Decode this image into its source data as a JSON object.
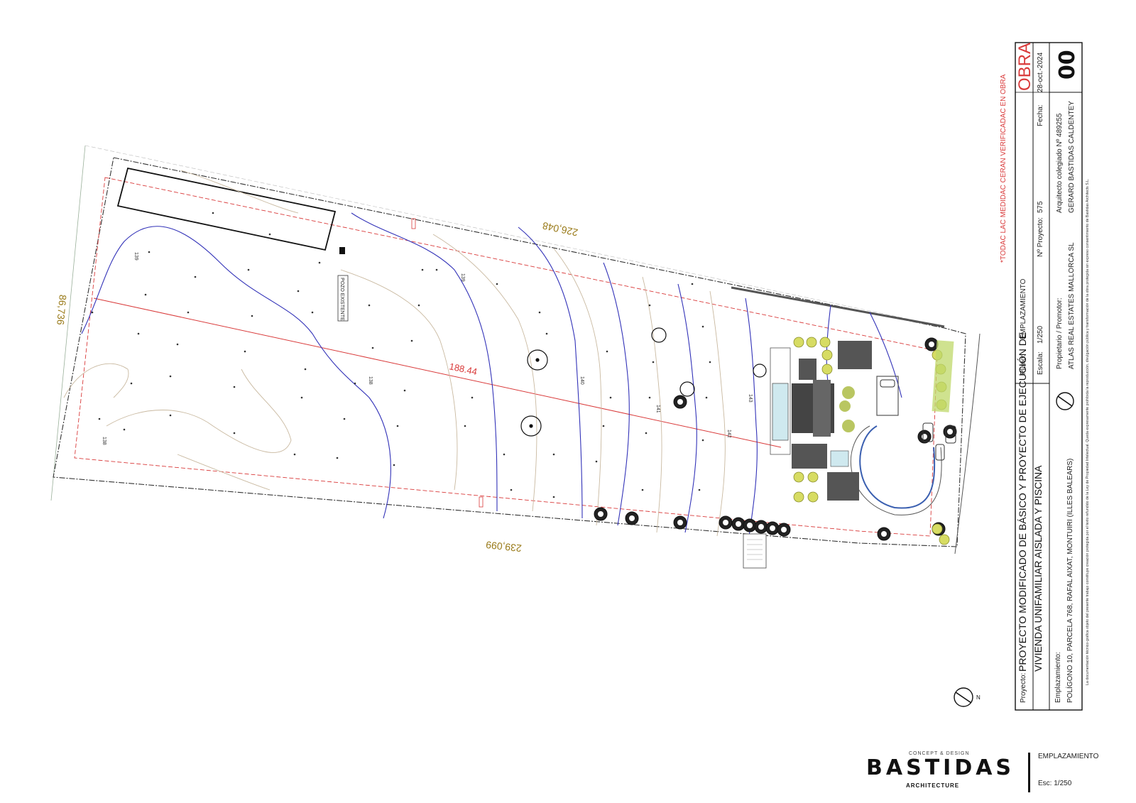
{
  "plan": {
    "dim_top": "226,048",
    "dim_bottom": "239,099",
    "dim_left": "86,736",
    "dim_diagonal": "188.44",
    "well_label": "POZO EXISTENTE",
    "contour_labels": [
      "139",
      "138",
      "138",
      "139",
      "140",
      "141",
      "142",
      "143"
    ]
  },
  "title_block": {
    "warning": "*TODAC LAC MEDIDAC CERAN VERIFICADAC EN OBRA",
    "stage": "OBRA",
    "sheet_number": "00",
    "date_label": "Fecha:",
    "date": "28-oct.-2024",
    "plano_label": "Plano:",
    "plano": "EMPLAZAMIENTO",
    "escala_label": "Escala:",
    "escala": "1/250",
    "nproyecto_label": "Nº Proyecto:",
    "nproyecto": "575",
    "architect_line": "Arquitecto colegiado Nº 489255",
    "architect_name": "GERARD BASTIDAS CALDENTEY",
    "promotor_label": "Propietario / Promotor:",
    "promotor": "ATLAS REAL ESTATES MALLORCA SL",
    "proyecto_label": "Proyecto:",
    "proyecto_line1": "PROYECTO MODIFICADO DE BÁSICO Y PROYECTO DE EJECUCIÓN DE",
    "proyecto_line2": "VIVIENDA UNIFAMILIAR AISLADA Y PISCINA",
    "emplazamiento_label": "Emplazamiento:",
    "emplazamiento": "POLÍGONO 10, PARCELA 768, RAFAL AIXAT, MONTUIRI (ILLES BALEARS)",
    "legal_note": "La documentación técnico-gráfica objeto del presente trabajo constituye creación protegida por el texto refundido de la Ley de Propiedad Intelectual. Queda expresamente prohibida la reproducción, divulgación pública y transformación de la obra protegida sin expreso consentimiento de Bastidas Architects S.L.",
    "north": "N"
  },
  "footer": {
    "logo_tagline": "CONCEPT & DESIGN",
    "logo_name": "BASTIDAS",
    "logo_sub": "ARCHITECTURE",
    "sheet_title": "EMPLAZAMIENTO",
    "sheet_scale": "Esc: 1/250"
  },
  "colors": {
    "boundary": "#333333",
    "setback": "#d93a3a",
    "contour_major": "#3232b8",
    "contour_minor": "#c9b9a0",
    "dimension": "#9a7b1a",
    "vegetation": "#a8b83a"
  }
}
